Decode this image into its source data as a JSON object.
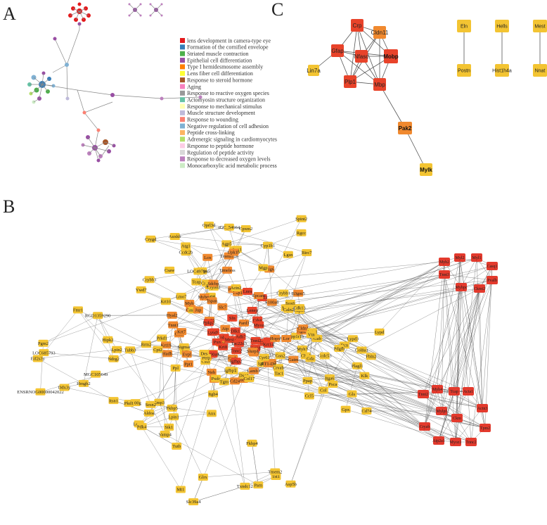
{
  "panels": {
    "a": "A",
    "b": "B",
    "c": "C"
  },
  "colors": {
    "high": "#e8432a",
    "mid": "#f0892f",
    "low": "#f3c432",
    "red": "#e33a2d"
  },
  "legend": [
    {
      "label": "lens development in camera-type eye",
      "color": "#e41a1c"
    },
    {
      "label": "Formation of the cornified envelope",
      "color": "#377eb8"
    },
    {
      "label": "Striated muscle contraction",
      "color": "#4daf4a"
    },
    {
      "label": "Epithelial cell differentiation",
      "color": "#984ea3"
    },
    {
      "label": "Type I hemidesmosome assembly",
      "color": "#ff7f00"
    },
    {
      "label": "Lens fiber cell differentiation",
      "color": "#ffff33"
    },
    {
      "label": "Response to steroid hormone",
      "color": "#a65628"
    },
    {
      "label": "Aging",
      "color": "#f781bf"
    },
    {
      "label": "Response to reactive oxygen species",
      "color": "#999999"
    },
    {
      "label": "Actomyosin structure organization",
      "color": "#66c2a5"
    },
    {
      "label": "Response to mechanical stimulus",
      "color": "#ffffb3"
    },
    {
      "label": "Muscle structure development",
      "color": "#bebada"
    },
    {
      "label": "Response to wounding",
      "color": "#fb8072"
    },
    {
      "label": "Negative regulation of cell adhesion",
      "color": "#80b1d3"
    },
    {
      "label": "Peptide cross-linking",
      "color": "#fdb462"
    },
    {
      "label": "Adrenergic signaling in cardiomyocytes",
      "color": "#b3de69"
    },
    {
      "label": "Response to peptide hormone",
      "color": "#fccde5"
    },
    {
      "label": "Regulation of peptide activity",
      "color": "#d9d9d9"
    },
    {
      "label": "Response to decreased oxygen levels",
      "color": "#bc80bd"
    },
    {
      "label": "Monocarboxylic acid metabolic process",
      "color": "#ccebc5"
    }
  ],
  "panel_c": {
    "cluster1": [
      {
        "label": "Crp",
        "tone": "high"
      },
      {
        "label": "Cldn11",
        "tone": "mid"
      },
      {
        "label": "Gfap",
        "tone": "high"
      },
      {
        "label": "Nfasc",
        "tone": "high"
      },
      {
        "label": "Mobp",
        "tone": "high"
      },
      {
        "label": "Plp1",
        "tone": "high"
      },
      {
        "label": "Mbp",
        "tone": "high"
      },
      {
        "label": "Lin7a",
        "tone": "low"
      },
      {
        "label": "Pak2",
        "tone": "mid"
      },
      {
        "label": "Mylk",
        "tone": "low"
      }
    ],
    "pairs": [
      {
        "top": "Eln",
        "bottom": "Postn"
      },
      {
        "top": "Hells",
        "bottom": "Hist1h4a"
      },
      {
        "top": "Mest",
        "bottom": "Nnat"
      }
    ]
  },
  "panel_b": {
    "labels": [
      "rGC_54664",
      "Lcn",
      "Adck3",
      "Mig6",
      "Csaw",
      "Tmem116",
      "B3gnt5",
      "Rgcc",
      "Timeless",
      "Birc7",
      "Agp5",
      "Cyp1b1",
      "Ywd7",
      "Lgsn",
      "Aux1",
      "Cpxm2",
      "Oprl3d",
      "Cryga",
      "Ccdc2b",
      "Crygb",
      "Auxkb",
      "Crygd",
      "Crybb1",
      "Mgp",
      "Atg1",
      "LOC497965",
      "Spint2",
      "Upk1b",
      "Areg",
      "Crybb3",
      "Cryba",
      "Crybb2",
      "Lenep",
      "Ppp1r1b",
      "Cdh1",
      "Gsn",
      "Dsp",
      "Agt2",
      "Gsn2",
      "Pkp1",
      "Capn1",
      "Cdkn1a",
      "Hpx",
      "Hp",
      "Mrk",
      "Sox6",
      "Krt4",
      "Krt",
      "Caln2",
      "Krt13",
      "Hyal2",
      "Lnrn",
      "Sfn",
      "Cldn1",
      "Tncn3",
      "Dsc3",
      "Lor",
      "Sdcb2",
      "Casp14",
      "Csta",
      "Cnfn",
      "Evpl",
      "Myh7",
      "Cdsn",
      "Col4a1",
      "Pard3",
      "Fcgbp",
      "Dsg1",
      "Ppl",
      "Krt14",
      "Krt10",
      "Krt5",
      "Lmo7",
      "Krt75",
      "Jup",
      "Ppkp2",
      "Pkp3",
      "Pxn",
      "Cdk13",
      "S100a8",
      "S100a9",
      "Perp",
      "Myh",
      "Myl",
      "Tnnt1",
      "Mybpc",
      "Ckm",
      "Tnni2",
      "Tcap",
      "Acta1",
      "Actn2",
      "Neb",
      "Des",
      "Cryab",
      "Tnnc2",
      "Ttn",
      "Myoz",
      "Krt18",
      "Krt8",
      "Epcam",
      "Tspan",
      "Cd24",
      "Sigmar",
      "Krt7",
      "Slc7",
      "Krt19",
      "Dlk1",
      "Mest",
      "Atp",
      "Sdcbp",
      "Gpx",
      "Igf2",
      "Plagl1",
      "Dcn",
      "Ppap",
      "Gab",
      "Hopx",
      "Anx",
      "Slurp1",
      "Psca",
      "Lypd3",
      "Itgb4",
      "Ly6d",
      "Lypd",
      "Col17",
      "Lamb3",
      "Pxdc",
      "Fbln2",
      "Col",
      "Ccdc",
      "Ccl5",
      "Col8a1",
      "Ccdc53",
      "RT1-Da",
      "Cd74",
      "Cyr61",
      "Pdgfb",
      "Itga6",
      "Chad",
      "Gls",
      "Vtn",
      "Igfbp7",
      "Igfbp2",
      "Tac22d3",
      "Gatm",
      "Adh7",
      "Gda",
      "Tgm",
      "Tac1",
      "Klk",
      "Rrm2",
      "Emp3",
      "Fkbp5",
      "S100g",
      "Sik1",
      "Lepep",
      "Vamp4",
      "Itsn1",
      "Ppt1",
      "Pkd1",
      "Ndrg2",
      "Lpin2",
      "Lpin1",
      "Sesn2",
      "Hadh",
      "Prkd1",
      "Cpt2",
      "Pdk4",
      "Aldoa",
      "Tubb3",
      "Pgm2",
      "Fmr1",
      "Hipk2",
      "Hmgb2",
      "ENSRNOG00000042022",
      "RGD1359290",
      "Eif2s3y",
      "Ddx3y",
      "LOC685793",
      "MGC105649",
      "Fkbp4",
      "Slc39a4",
      "Asp5b",
      "Mt1",
      "Glrx",
      "Tst1",
      "Tutb",
      "Txndc12",
      "Parn",
      "Tmem2"
    ],
    "red_nodes_top": [
      "Myh2",
      "Myl2",
      "Myl1",
      "Casq1",
      "Tnnt3",
      "Mybpc",
      "Ckmt2",
      "Pvalb"
    ],
    "red_nodes_bottom": [
      "Tnni2",
      "Myh4",
      "Tcap",
      "Acta1",
      "Actn3",
      "Mylpf",
      "Cryab",
      "Ckm",
      "Atp2a1",
      "Myoz1",
      "Tnnc2",
      "Tpm2"
    ]
  }
}
